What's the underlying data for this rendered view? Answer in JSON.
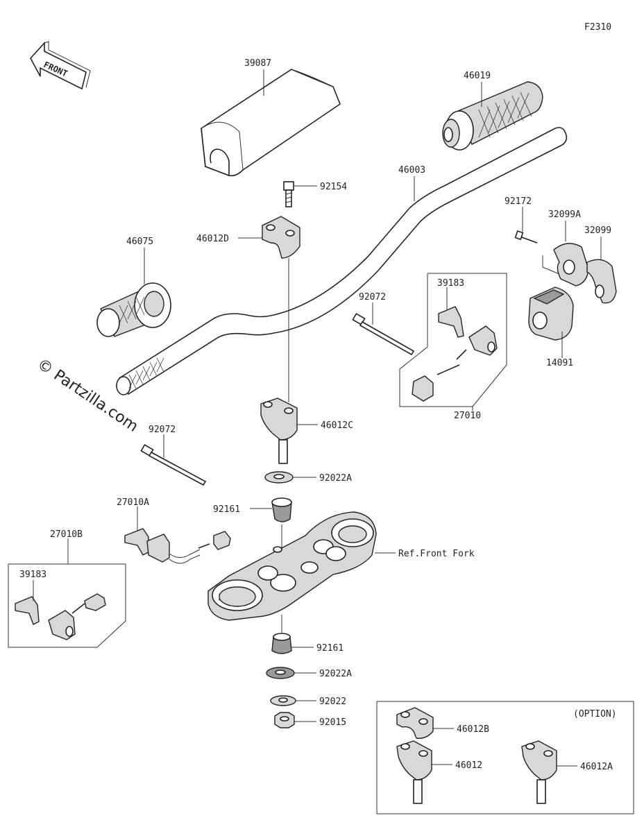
{
  "diagram": {
    "code": "F2310",
    "front_label": "FRONT",
    "watermark": "© Partzilla.com",
    "option_label": "(OPTION)",
    "ref_label": "Ref.Front Fork",
    "parts": {
      "p39087": "39087",
      "p46019": "46019",
      "p46003": "46003",
      "p92154": "92154",
      "p46012D": "46012D",
      "p46075": "46075",
      "p92172": "92172",
      "p32099A": "32099A",
      "p32099": "32099",
      "p39183_top": "39183",
      "p92072_top": "92072",
      "p14091": "14091",
      "p27010": "27010",
      "p46012C": "46012C",
      "p92072_left": "92072",
      "p92022A_top": "92022A",
      "p27010A": "27010A",
      "p92161_top": "92161",
      "p27010B": "27010B",
      "p39183_left": "39183",
      "p92161_bottom": "92161",
      "p92022A_bottom": "92022A",
      "p92022": "92022",
      "p92015": "92015",
      "p46012B": "46012B",
      "p46012": "46012",
      "p46012A": "46012A"
    }
  }
}
